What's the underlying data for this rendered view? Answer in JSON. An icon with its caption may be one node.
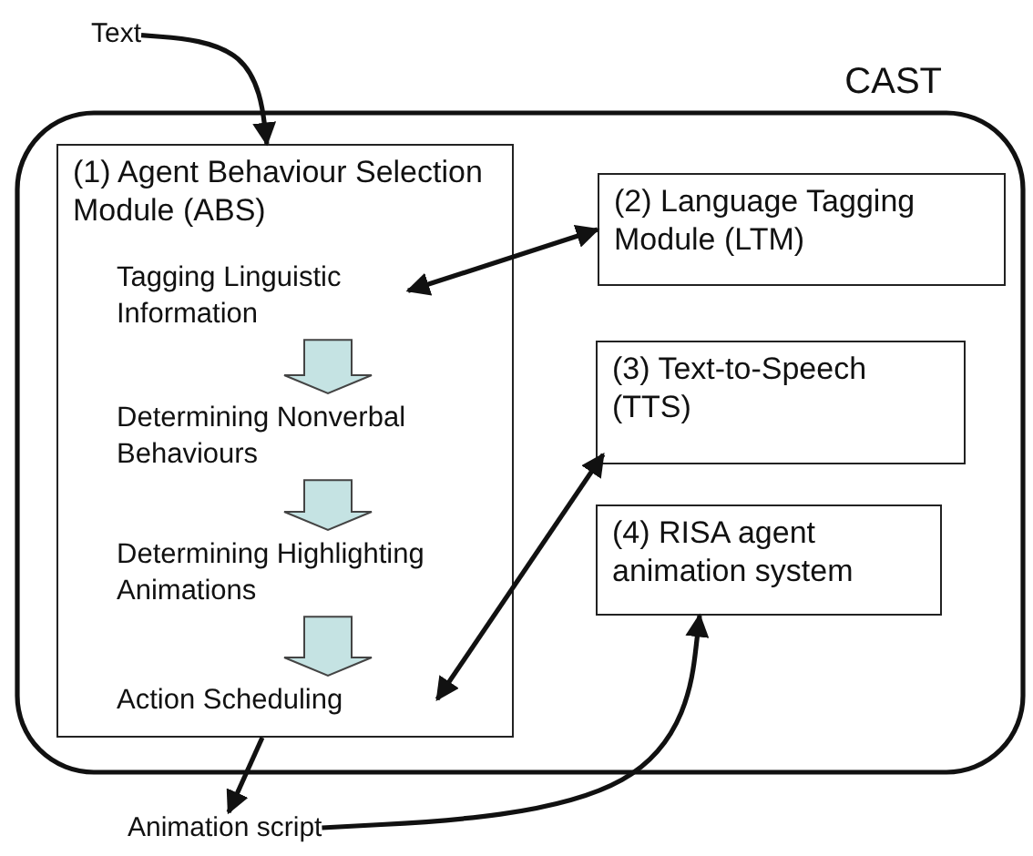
{
  "diagram": {
    "nodes": [
      {
        "text": [
          "Text"
        ]
      },
      {
        "text": [
          "CAST"
        ]
      },
      {
        "text": [
          "(1) Agent Behaviour Selection Module (ABS)"
        ],
        "in": 1
      },
      {
        "text": [
          "Tagging Linguistic Information"
        ],
        "in": 2
      },
      {
        "text": [
          "Determining Nonverbal Behaviours"
        ],
        "in": 2
      },
      {
        "text": [
          "Determining Highlighting Animations"
        ],
        "in": 2
      },
      {
        "text": [
          "Action Scheduling"
        ],
        "in": 2
      },
      {
        "text": [
          "(2) Language Tagging Module (LTM)"
        ],
        "in": 1
      },
      {
        "text": [
          "(3) Text-to-Speech (TTS)"
        ],
        "in": 1
      },
      {
        "text": [
          "(4) RISA agent animation system"
        ],
        "in": 1
      },
      {
        "text": [
          "Animation script"
        ]
      }
    ],
    "edges": [
      {
        "from": 0,
        "to": 2,
        "arrow": "to"
      },
      {
        "from": 3,
        "to": 7,
        "arrow": "both"
      },
      {
        "from": 3,
        "to": 4,
        "arrow": "to",
        "style": "thick",
        "color": "#c5e3e3"
      },
      {
        "from": 4,
        "to": 5,
        "arrow": "to",
        "style": "thick",
        "color": "#c5e3e3"
      },
      {
        "from": 5,
        "to": 6,
        "arrow": "to",
        "style": "thick",
        "color": "#c5e3e3"
      },
      {
        "from": 6,
        "to": 8,
        "arrow": "both"
      },
      {
        "from": 2,
        "to": 10,
        "arrow": "to"
      },
      {
        "from": 10,
        "to": 9,
        "arrow": "to"
      }
    ]
  }
}
